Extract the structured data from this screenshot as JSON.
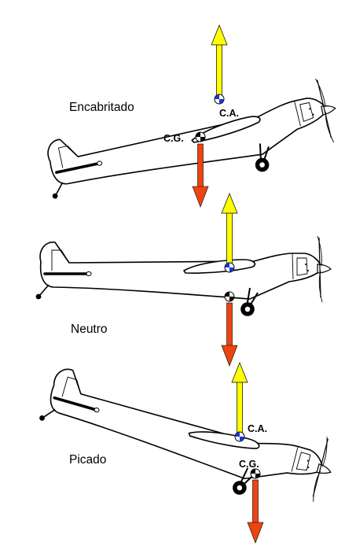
{
  "diagram": {
    "states": [
      {
        "label": "Encabritado",
        "cg_label": "C.G.",
        "ca_label": "C.A."
      },
      {
        "label": "Neutro"
      },
      {
        "label": "Picado",
        "cg_label": "C.G.",
        "ca_label": "C.A."
      }
    ]
  },
  "colors": {
    "lift_arrow": "#ffff00",
    "weight_arrow": "#ee4411",
    "ca_marker": "#1a36c8",
    "cg_marker": "#000000",
    "outline": "#000000"
  }
}
